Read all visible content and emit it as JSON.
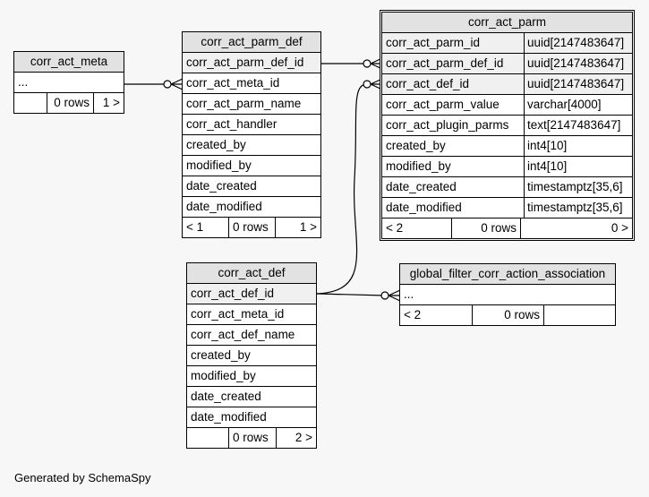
{
  "credit": "Generated by SchemaSpy",
  "tables": {
    "meta": {
      "name": "corr_act_meta",
      "rows": [
        "..."
      ],
      "footer": [
        "",
        "0 rows",
        "1 >"
      ]
    },
    "parm_def": {
      "name": "corr_act_parm_def",
      "columns": [
        "corr_act_parm_def_id",
        "corr_act_meta_id",
        "corr_act_parm_name",
        "corr_act_handler",
        "created_by",
        "modified_by",
        "date_created",
        "date_modified"
      ],
      "footer": [
        "< 1",
        "0 rows",
        "1 >"
      ]
    },
    "parm": {
      "name": "corr_act_parm",
      "columns": [
        {
          "name": "corr_act_parm_id",
          "type": "uuid[2147483647]"
        },
        {
          "name": "corr_act_parm_def_id",
          "type": "uuid[2147483647]"
        },
        {
          "name": "corr_act_def_id",
          "type": "uuid[2147483647]"
        },
        {
          "name": "corr_act_parm_value",
          "type": "varchar[4000]"
        },
        {
          "name": "corr_act_plugin_parms",
          "type": "text[2147483647]"
        },
        {
          "name": "created_by",
          "type": "int4[10]"
        },
        {
          "name": "modified_by",
          "type": "int4[10]"
        },
        {
          "name": "date_created",
          "type": "timestamptz[35,6]"
        },
        {
          "name": "date_modified",
          "type": "timestamptz[35,6]"
        }
      ],
      "footer": [
        "< 2",
        "0 rows",
        "0 >"
      ]
    },
    "def": {
      "name": "corr_act_def",
      "columns": [
        "corr_act_def_id",
        "corr_act_meta_id",
        "corr_act_def_name",
        "created_by",
        "modified_by",
        "date_created",
        "date_modified"
      ],
      "footer": [
        "",
        "0 rows",
        "2 >"
      ]
    },
    "gfca": {
      "name": "global_filter_corr_action_association",
      "rows": [
        "..."
      ],
      "footer": [
        "< 2",
        "0 rows",
        ""
      ]
    }
  }
}
